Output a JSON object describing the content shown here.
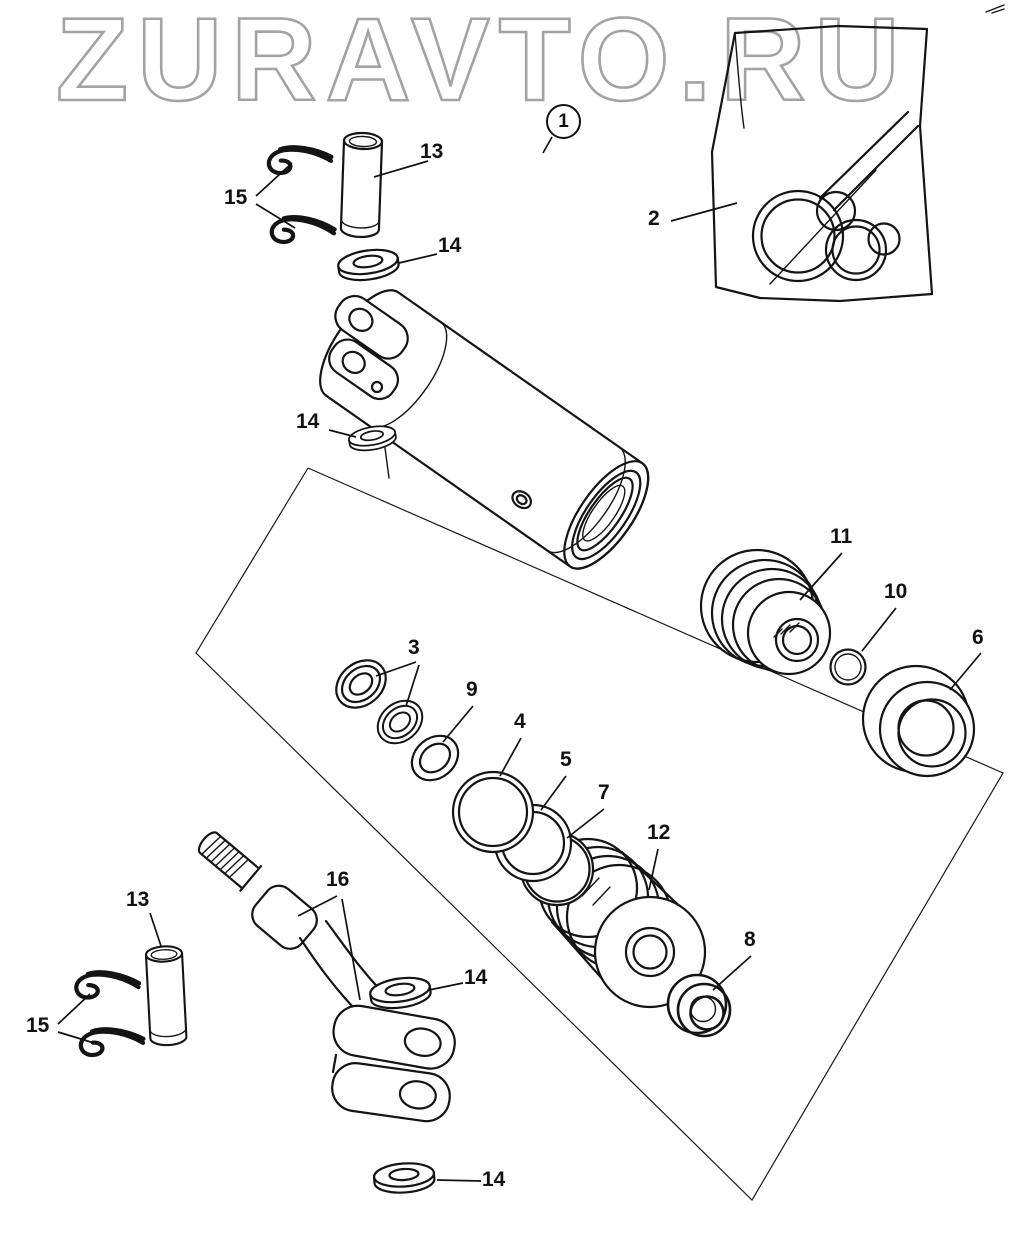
{
  "watermark": {
    "text": "ZURAVTO.RU"
  },
  "balloon": {
    "label": "1"
  },
  "callouts": [
    {
      "label": "13"
    },
    {
      "label": "15"
    },
    {
      "label": "14"
    },
    {
      "label": "2"
    },
    {
      "label": "14"
    },
    {
      "label": "11"
    },
    {
      "label": "10"
    },
    {
      "label": "6"
    },
    {
      "label": "3"
    },
    {
      "label": "9"
    },
    {
      "label": "4"
    },
    {
      "label": "5"
    },
    {
      "label": "7"
    },
    {
      "label": "12"
    },
    {
      "label": "8"
    },
    {
      "label": "16"
    },
    {
      "label": "13"
    },
    {
      "label": "15"
    },
    {
      "label": "14"
    },
    {
      "label": "14"
    }
  ],
  "colors": {
    "background": "#ffffff",
    "line": "#141414",
    "watermark_outline": "#a3a3a3"
  }
}
